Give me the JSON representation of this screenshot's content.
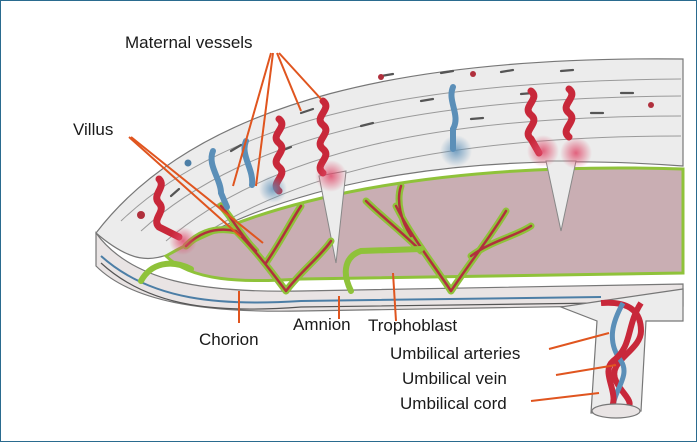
{
  "figure": {
    "labels": {
      "maternal_vessels": "Maternal vessels",
      "villus": "Villus",
      "trophoblast": "Trophoblast",
      "chorion": "Chorion",
      "amnion": "Amnion",
      "umbilical_arteries": "Umbilical arteries",
      "umbilical_vein": "Umbilical vein",
      "umbilical_cord": "Umbilical cord"
    },
    "colors": {
      "border": "#2a6b8f",
      "leader": "#e0551f",
      "artery": "#c8283a",
      "vein": "#5b8fb8",
      "villus_outline": "#8fc23a",
      "intervillous_space": "#c9aeb3",
      "tissue": "#ececec"
    }
  }
}
